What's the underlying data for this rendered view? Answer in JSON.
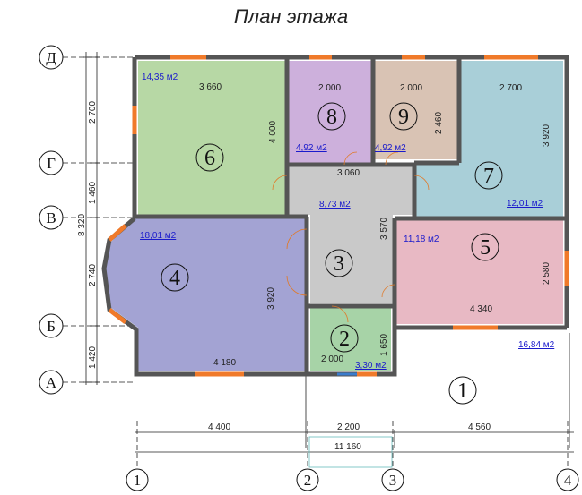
{
  "title": "План этажа",
  "axes_letters": [
    "Д",
    "Г",
    "В",
    "Б",
    "А"
  ],
  "axes_numbers": [
    "1",
    "2",
    "3",
    "4"
  ],
  "rooms": [
    {
      "num": "1",
      "area": "16,84 м2",
      "color": "#ffffff"
    },
    {
      "num": "2",
      "area": "3,30 м2",
      "color": "#a7d3a7"
    },
    {
      "num": "3",
      "area": "8,73 м2",
      "color": "#c9c9c9"
    },
    {
      "num": "4",
      "area": "18,01 м2",
      "color": "#a3a3d3"
    },
    {
      "num": "5",
      "area": "11,18 м2",
      "color": "#e8b9c4"
    },
    {
      "num": "6",
      "area": "14,35 м2",
      "color": "#b7d8a5"
    },
    {
      "num": "7",
      "area": "12,01 м2",
      "color": "#a9cfd8"
    },
    {
      "num": "8",
      "area": "4,92 м2",
      "color": "#cdb0dc"
    },
    {
      "num": "9",
      "area": "4,92 м2",
      "color": "#d9c3b4"
    }
  ],
  "dims": {
    "r6_w": "3 660",
    "r6_h": "4 000",
    "r8_w": "2 000",
    "r9_w": "2 000",
    "r9_h": "2 460",
    "r7_w": "2 700",
    "r7_h": "3 920",
    "corr_w": "3 060",
    "corr_h": "3 570",
    "r4_h": "3 920",
    "r4_w": "4 180",
    "r5_w": "4 340",
    "r5_h": "2 580",
    "r2_w": "2 000",
    "r2_h": "1 650",
    "left_1": "2 700",
    "left_2": "1 460",
    "left_3": "2 740",
    "left_4": "1 420",
    "left_total": "8 320",
    "bottom_1": "4 400",
    "bottom_2": "2 200",
    "bottom_3": "4 560",
    "bottom_total": "11 160"
  },
  "colors": {
    "wall": "#555555",
    "window": "#f07a2a",
    "dimline": "#222222",
    "area_text": "#1a1acc"
  }
}
